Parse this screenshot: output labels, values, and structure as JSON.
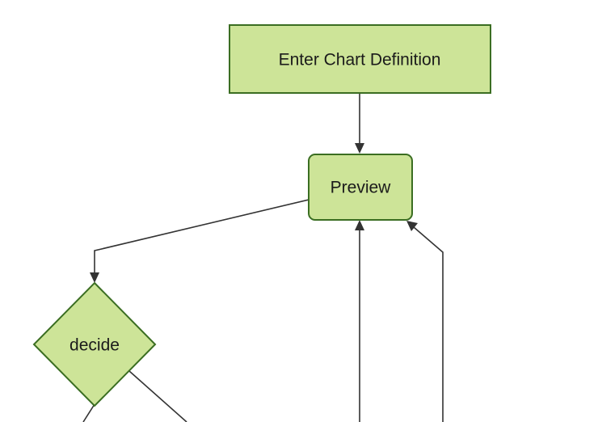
{
  "colors": {
    "canvas_bg": "#ffffff",
    "node_fill": "#cde498",
    "node_border": "#3b6e22",
    "edge": "#333333",
    "label_text": "#1b1b1b"
  },
  "diagram": {
    "type": "flowchart",
    "nodes": [
      {
        "label": "Enter Chart Definition",
        "shape": "rectangle"
      },
      {
        "label": "Preview",
        "shape": "rounded-rectangle"
      },
      {
        "label": "decide",
        "shape": "diamond"
      }
    ],
    "edges": [
      {
        "from": "Enter Chart Definition",
        "to": "Preview",
        "arrow": "true"
      },
      {
        "from": "Preview",
        "to": "decide",
        "arrow": "true"
      },
      {
        "from": "offscreen-bottom-left",
        "to": "Preview",
        "arrow": "true"
      },
      {
        "from": "offscreen-bottom-right",
        "to": "Preview",
        "arrow": "true"
      },
      {
        "from": "decide",
        "to": "offscreen-bottom-1",
        "arrow": "none-visible"
      },
      {
        "from": "decide",
        "to": "offscreen-bottom-2",
        "arrow": "none-visible"
      }
    ]
  }
}
